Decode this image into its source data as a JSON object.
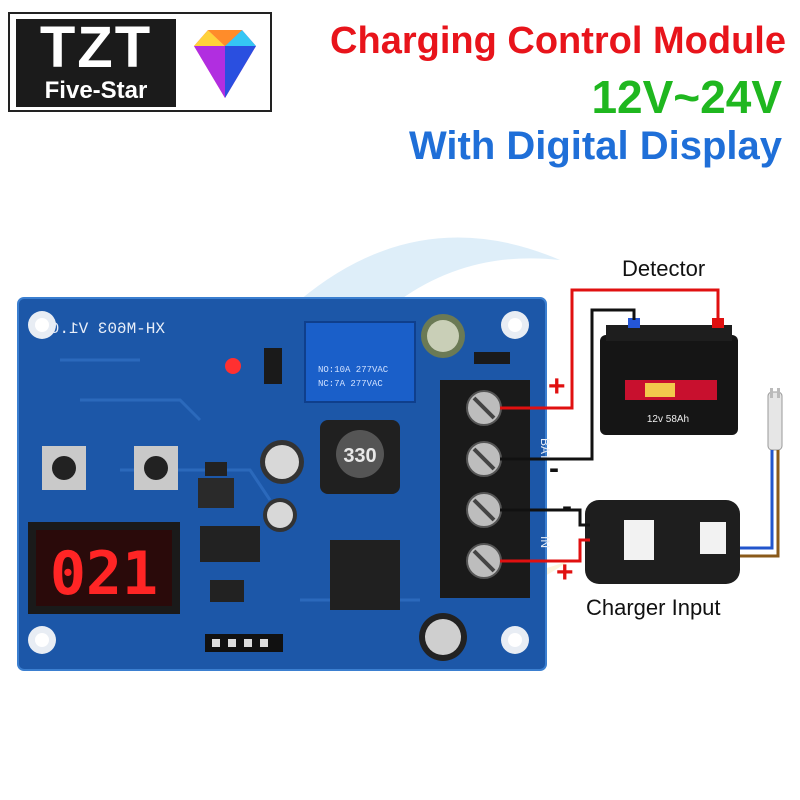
{
  "logo": {
    "main": "TZT",
    "sub": "Five-Star"
  },
  "headline": {
    "line1": "Charging Control Module",
    "line2": "12V~24V",
    "line3": "With Digital Display"
  },
  "labels": {
    "detector": "Detector",
    "charger_input": "Charger Input",
    "plus_top": "+",
    "minus_top": "-",
    "minus_bottom": "-",
    "plus_bottom": "+"
  },
  "board": {
    "silkscreen_model": "XH-M603 V1.0",
    "inductor_code": "330",
    "display_reading": "021",
    "relay_text_1": "NO:10A 277VAC",
    "relay_text_2": "NC:7A 277VAC",
    "terminal_bat": "BAT",
    "terminal_in": "IN",
    "battery_size": "12v 58Ah"
  },
  "colors": {
    "title_red": "#e8141b",
    "voltage_green": "#1fb71f",
    "display_blue": "#1f6fd8",
    "pcb_blue": "#1c57a8",
    "wire_red": "#e01010"
  }
}
